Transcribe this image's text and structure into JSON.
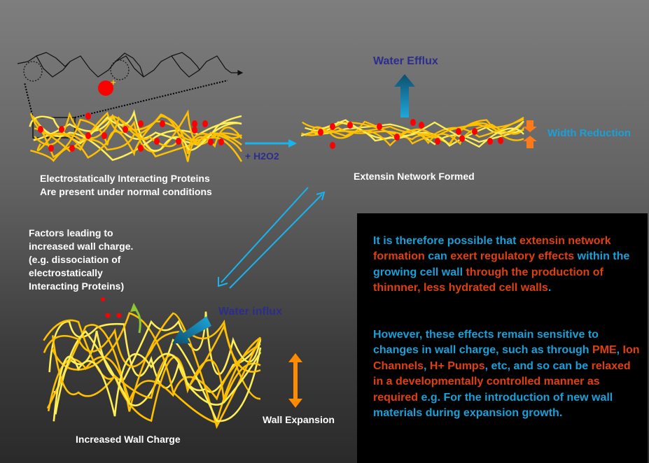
{
  "labels": {
    "water_efflux": "Water Efflux",
    "width_reduction": "Width Reduction",
    "h2o2": "+ H2O2",
    "normal_line1": "Electrostatically Interacting Proteins",
    "normal_line2": "Are present under normal conditions",
    "extensin": "Extensin Network Formed",
    "factors": [
      "Factors leading to",
      "increased wall charge.",
      "(e.g. dissociation of",
      "electrostatically",
      "Interacting Proteins)"
    ],
    "water_influx": "Water influx",
    "wall_expansion": "Wall Expansion",
    "increased_charge": "Increased Wall Charge",
    "charge_sign": "+"
  },
  "conclusion": {
    "paragraph1": [
      {
        "text": "It is therefore possible that ",
        "color": "blue"
      },
      {
        "text": "extensin network formation ",
        "color": "red"
      },
      {
        "text": "can ",
        "color": "blue"
      },
      {
        "text": "exert regulatory effects ",
        "color": "red"
      },
      {
        "text": "within the growing cell wall ",
        "color": "blue"
      },
      {
        "text": "through the production of thinnner, less hydrated cell walls",
        "color": "red"
      },
      {
        "text": ".",
        "color": "blue"
      }
    ],
    "paragraph2": [
      {
        "text": "However, these effects remain sensitive to changes in wall charge, such as through ",
        "color": "blue"
      },
      {
        "text": "PME",
        "color": "red"
      },
      {
        "text": ", ",
        "color": "blue"
      },
      {
        "text": "Ion Channels",
        "color": "red"
      },
      {
        "text": ", ",
        "color": "blue"
      },
      {
        "text": "H+ Pumps",
        "color": "red"
      },
      {
        "text": ", etc, and so can be ",
        "color": "blue"
      },
      {
        "text": "relaxed in a developmentally controlled manner as required ",
        "color": "red"
      },
      {
        "text": "e.g. For the introduction of new wall materials during expansion growth.",
        "color": "blue"
      }
    ]
  },
  "colors": {
    "blue": "#1aa0d8",
    "red": "#e0400f",
    "dark_blue": "#2d2d8c",
    "fiber": "#ffc000",
    "fiber_light": "#ffee55",
    "protein": "#ff0000",
    "orange": "#ff8c00"
  }
}
